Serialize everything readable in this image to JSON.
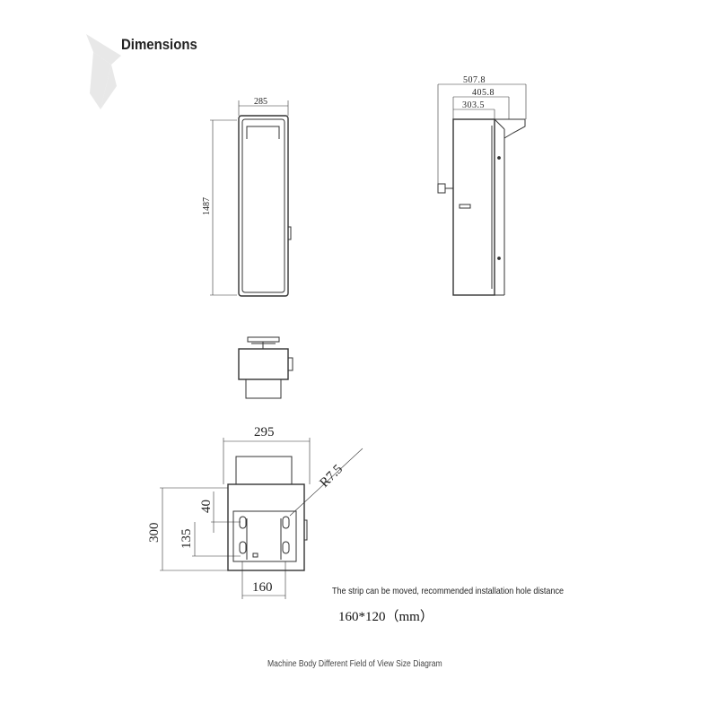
{
  "title": "Dimensions",
  "front_view": {
    "width_label": "285",
    "height_label": "1487"
  },
  "side_view": {
    "dims": [
      "507.8",
      "405.8",
      "303.5"
    ]
  },
  "mount_view": {
    "width_label": "295",
    "radius_label": "R7.5",
    "height_label": "300",
    "hole_offset_label": "40",
    "hole_span_label": "135",
    "bottom_label": "160"
  },
  "note": "The strip can be moved, recommended installation hole distance",
  "hole_distance": "160*120（mm）",
  "caption": "Machine Body Different Field of View Size Diagram"
}
